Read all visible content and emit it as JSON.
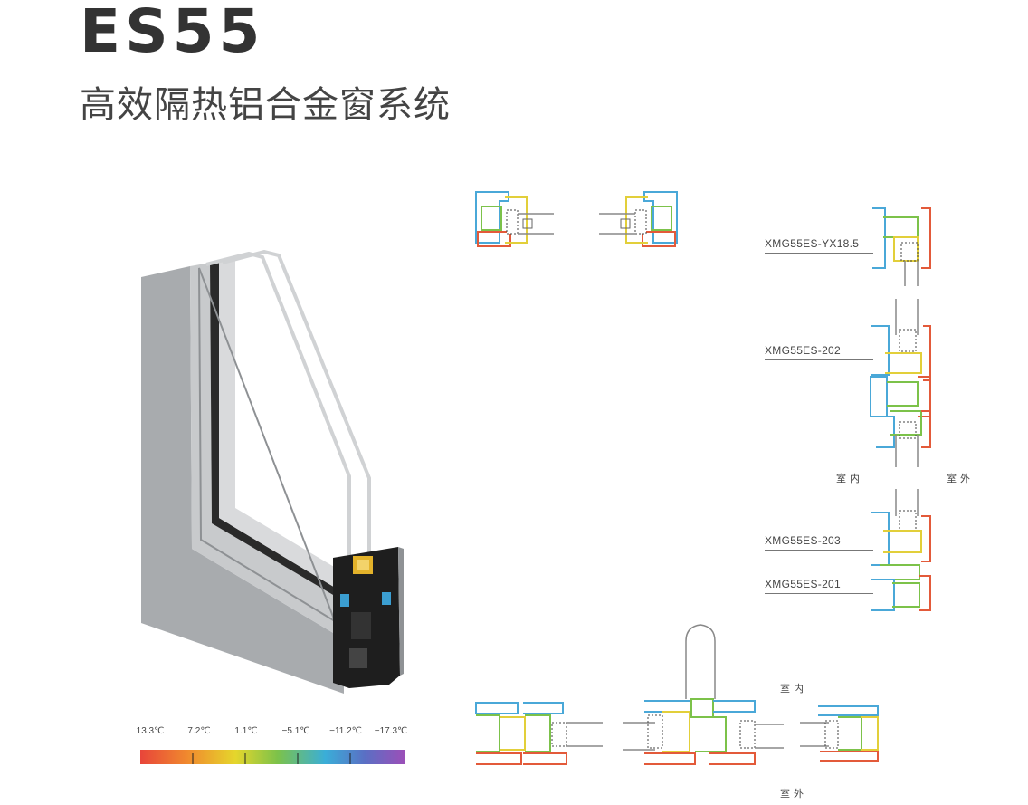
{
  "header": {
    "title": "ES55",
    "subtitle": "高效隔热铝合金窗系统"
  },
  "temperature_scale": {
    "labels": [
      "13.3℃",
      "7.2℃",
      "1.1℃",
      "−5.1℃",
      "−11.2℃",
      "−17.3℃"
    ],
    "colors": [
      "#e8453a",
      "#f08a2e",
      "#e5d62c",
      "#7cc24a",
      "#3aaed8",
      "#5a6fc4",
      "#9b4fb8"
    ]
  },
  "section_labels": {
    "yx185": "XMG55ES-YX18.5",
    "es202": "XMG55ES-202",
    "es203": "XMG55ES-203",
    "es201": "XMG55ES-201",
    "indoor_upper": "室内",
    "outdoor_upper": "室外",
    "indoor_lower": "室内",
    "outdoor_lower": "室外"
  },
  "palette": {
    "frame_gray": "#b7b9bb",
    "frame_dark": "#1c1c1c",
    "cold_blue": "#4aa8d8",
    "cool_green": "#7cc24a",
    "warm_yellow": "#e2cf3a",
    "hot_red": "#e35a3a"
  }
}
